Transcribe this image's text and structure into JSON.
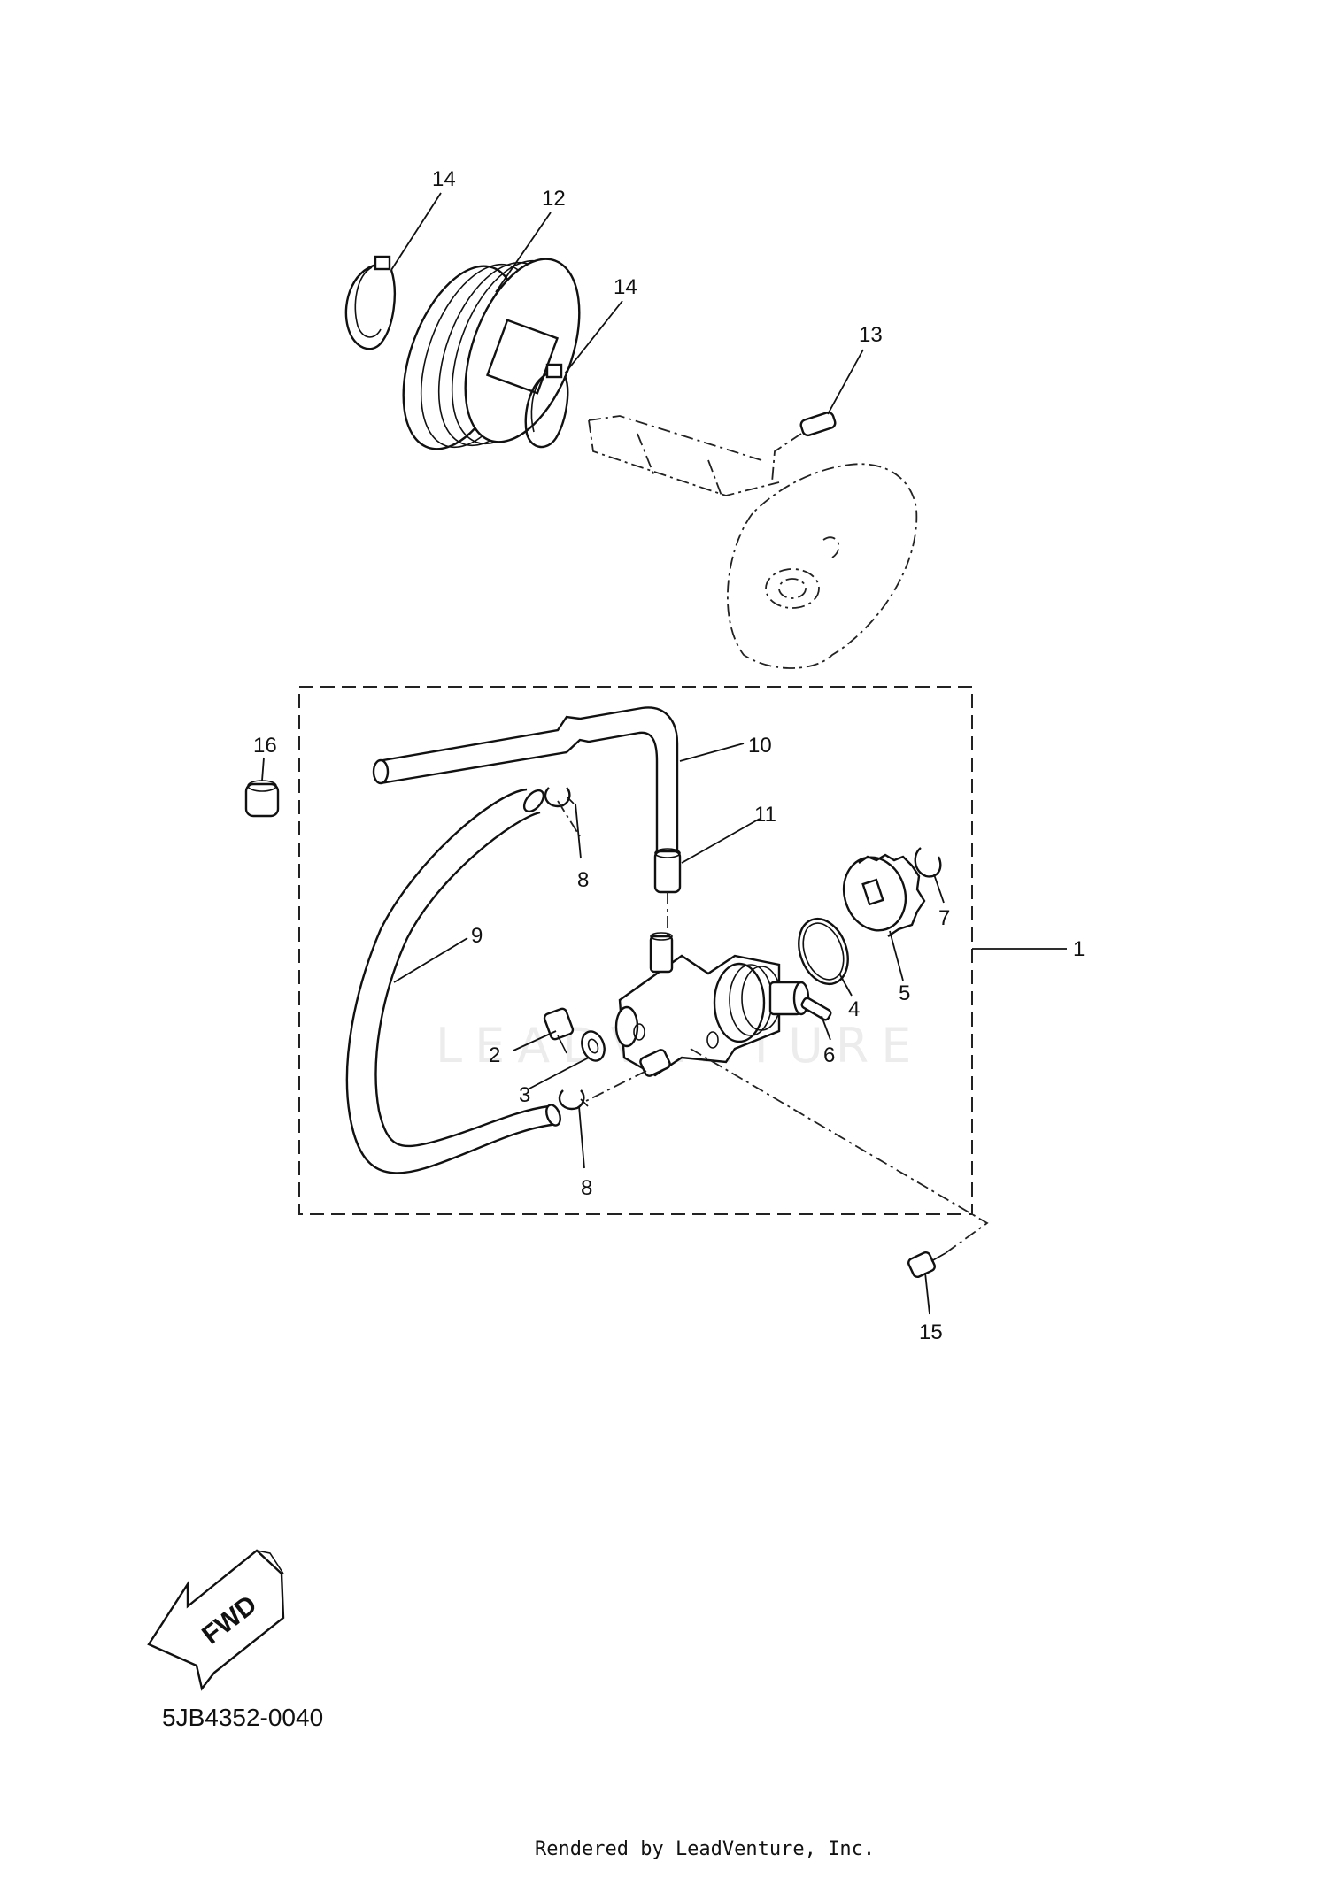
{
  "diagram": {
    "part_code": "5JB4352-0040",
    "footer": "Rendered by LeadVenture, Inc.",
    "watermark": "LEADVENTURE",
    "fwd_label": "FWD",
    "callouts": {
      "c1": "1",
      "c2": "2",
      "c3": "3",
      "c4": "4",
      "c5": "5",
      "c6": "6",
      "c7": "7",
      "c8a": "8",
      "c8b": "8",
      "c9": "9",
      "c10": "10",
      "c11": "11",
      "c12": "12",
      "c13": "13",
      "c14a": "14",
      "c14b": "14",
      "c15": "15",
      "c16": "16"
    }
  }
}
